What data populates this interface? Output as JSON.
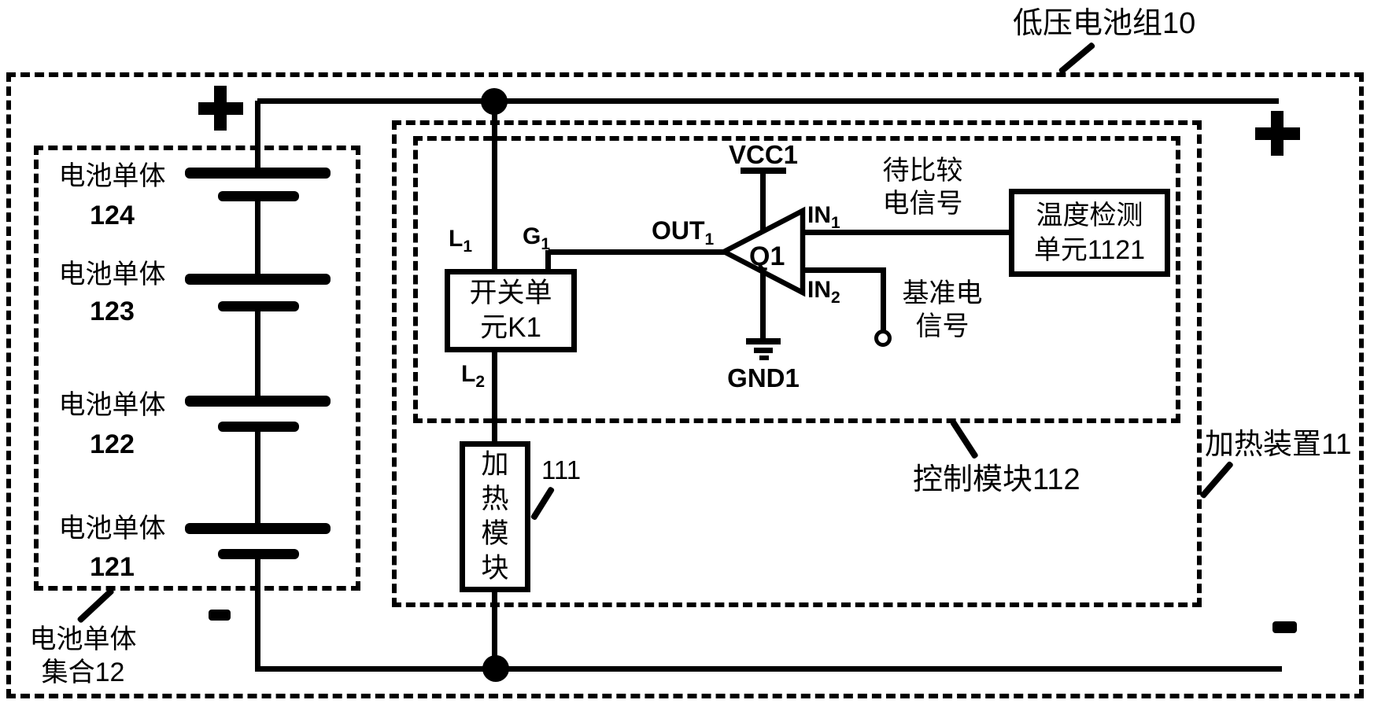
{
  "figure": {
    "title": "低压电池组10",
    "colors": {
      "line": "#000000",
      "background": "#ffffff"
    }
  },
  "cell_group": {
    "label_line1": "电池单体",
    "label_line2": "集合12",
    "cells": [
      {
        "name": "电池单体",
        "number": "124"
      },
      {
        "name": "电池单体",
        "number": "123"
      },
      {
        "name": "电池单体",
        "number": "122"
      },
      {
        "name": "电池单体",
        "number": "121"
      }
    ]
  },
  "heating_device": {
    "label": "加热装置11"
  },
  "control_module": {
    "label": "控制模块112"
  },
  "switch_unit": {
    "line1": "开关单",
    "line2": "元K1"
  },
  "switch_pins": {
    "l1": {
      "base": "L",
      "sub": "1"
    },
    "g1": {
      "base": "G",
      "sub": "1"
    },
    "l2": {
      "base": "L",
      "sub": "2"
    }
  },
  "heating_module": {
    "char1": "加",
    "char2": "热",
    "char3": "模",
    "char4": "块",
    "ref": "111"
  },
  "temp_unit": {
    "line1": "温度检测",
    "line2": "单元1121"
  },
  "comparator": {
    "name": "Q1",
    "vcc": "VCC1",
    "gnd": "GND1",
    "out": {
      "base": "OUT",
      "sub": "1"
    },
    "in1": {
      "base": "IN",
      "sub": "1"
    },
    "in2": {
      "base": "IN",
      "sub": "2"
    }
  },
  "signals": {
    "compare_line1": "待比较",
    "compare_line2": "电信号",
    "reference_line1": "基准电",
    "reference_line2": "信号"
  },
  "terminals": {
    "plus": "+",
    "minus": "-"
  }
}
